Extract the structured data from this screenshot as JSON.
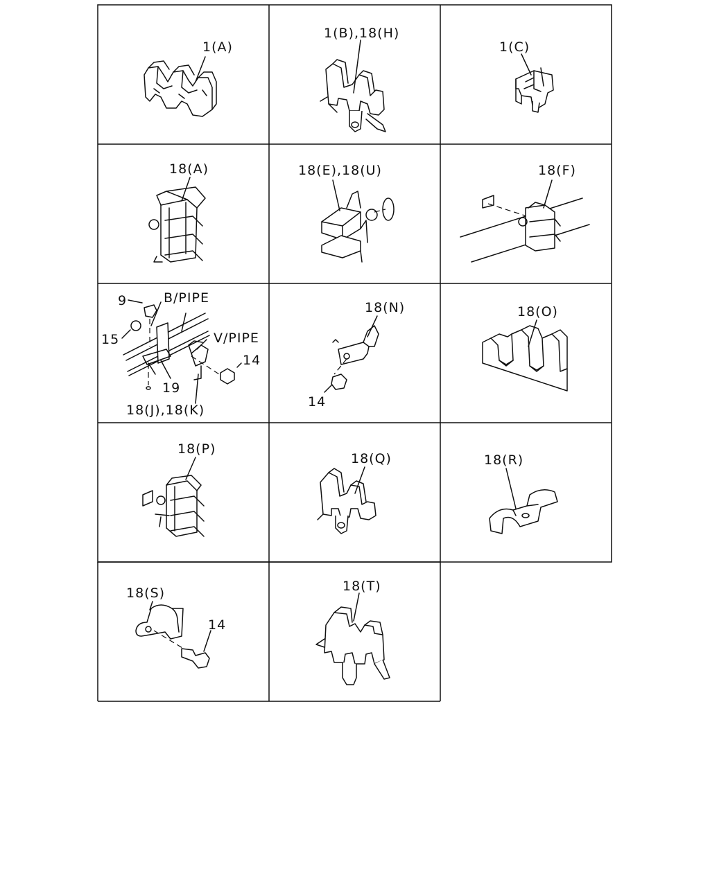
{
  "cells": [
    {
      "id": "c1",
      "labels": [
        "1(A)"
      ]
    },
    {
      "id": "c2",
      "labels": [
        "1(B),18(H)"
      ]
    },
    {
      "id": "c3",
      "labels": [
        "1(C)"
      ]
    },
    {
      "id": "c4",
      "labels": [
        "18(A)"
      ]
    },
    {
      "id": "c5",
      "labels": [
        "18(E),18(U)"
      ]
    },
    {
      "id": "c6",
      "labels": [
        "18(F)"
      ]
    },
    {
      "id": "c7",
      "labels": [
        "9",
        "B/PIPE",
        "15",
        "V/PIPE",
        "14",
        "19",
        "18(J),18(K)"
      ]
    },
    {
      "id": "c8",
      "labels": [
        "18(N)",
        "14"
      ]
    },
    {
      "id": "c9",
      "labels": [
        "18(O)"
      ]
    },
    {
      "id": "c10",
      "labels": [
        "18(P)"
      ]
    },
    {
      "id": "c11",
      "labels": [
        "18(Q)"
      ]
    },
    {
      "id": "c12",
      "labels": [
        "18(R)"
      ]
    },
    {
      "id": "c13",
      "labels": [
        "18(S)",
        "14"
      ]
    },
    {
      "id": "c14",
      "labels": [
        "18(T)"
      ]
    }
  ]
}
